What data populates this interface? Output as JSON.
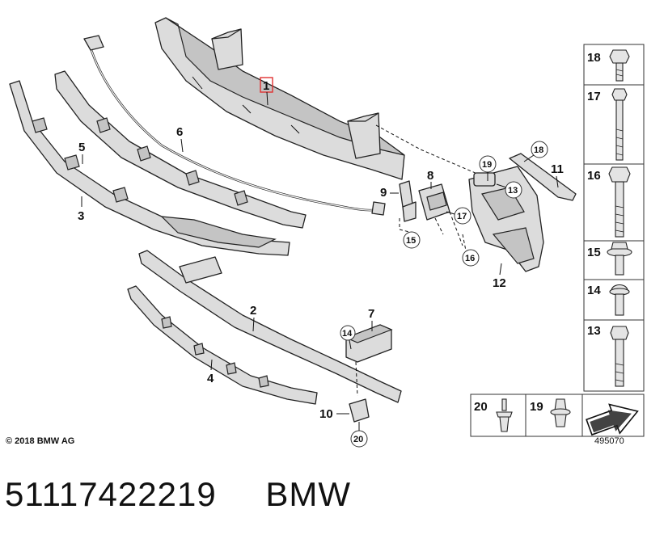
{
  "diagram": {
    "highlighted_label": "1",
    "callouts": [
      "1",
      "2",
      "3",
      "4",
      "5",
      "6",
      "7",
      "8",
      "9",
      "10",
      "11",
      "12"
    ],
    "circled_callouts": [
      "13",
      "14",
      "15",
      "16",
      "17",
      "18",
      "19",
      "20"
    ],
    "fastener_column": [
      "18",
      "17",
      "16",
      "15",
      "14",
      "13"
    ],
    "bottom_cells": [
      "20",
      "19"
    ]
  },
  "footer": {
    "copyright": "© 2018 BMW AG",
    "image_number": "495070",
    "part_number": "51117422219",
    "brand": "BMW"
  },
  "colors": {
    "highlight_box": "#e03030",
    "part_fill": "#dcdcdc",
    "outline": "#222222"
  }
}
